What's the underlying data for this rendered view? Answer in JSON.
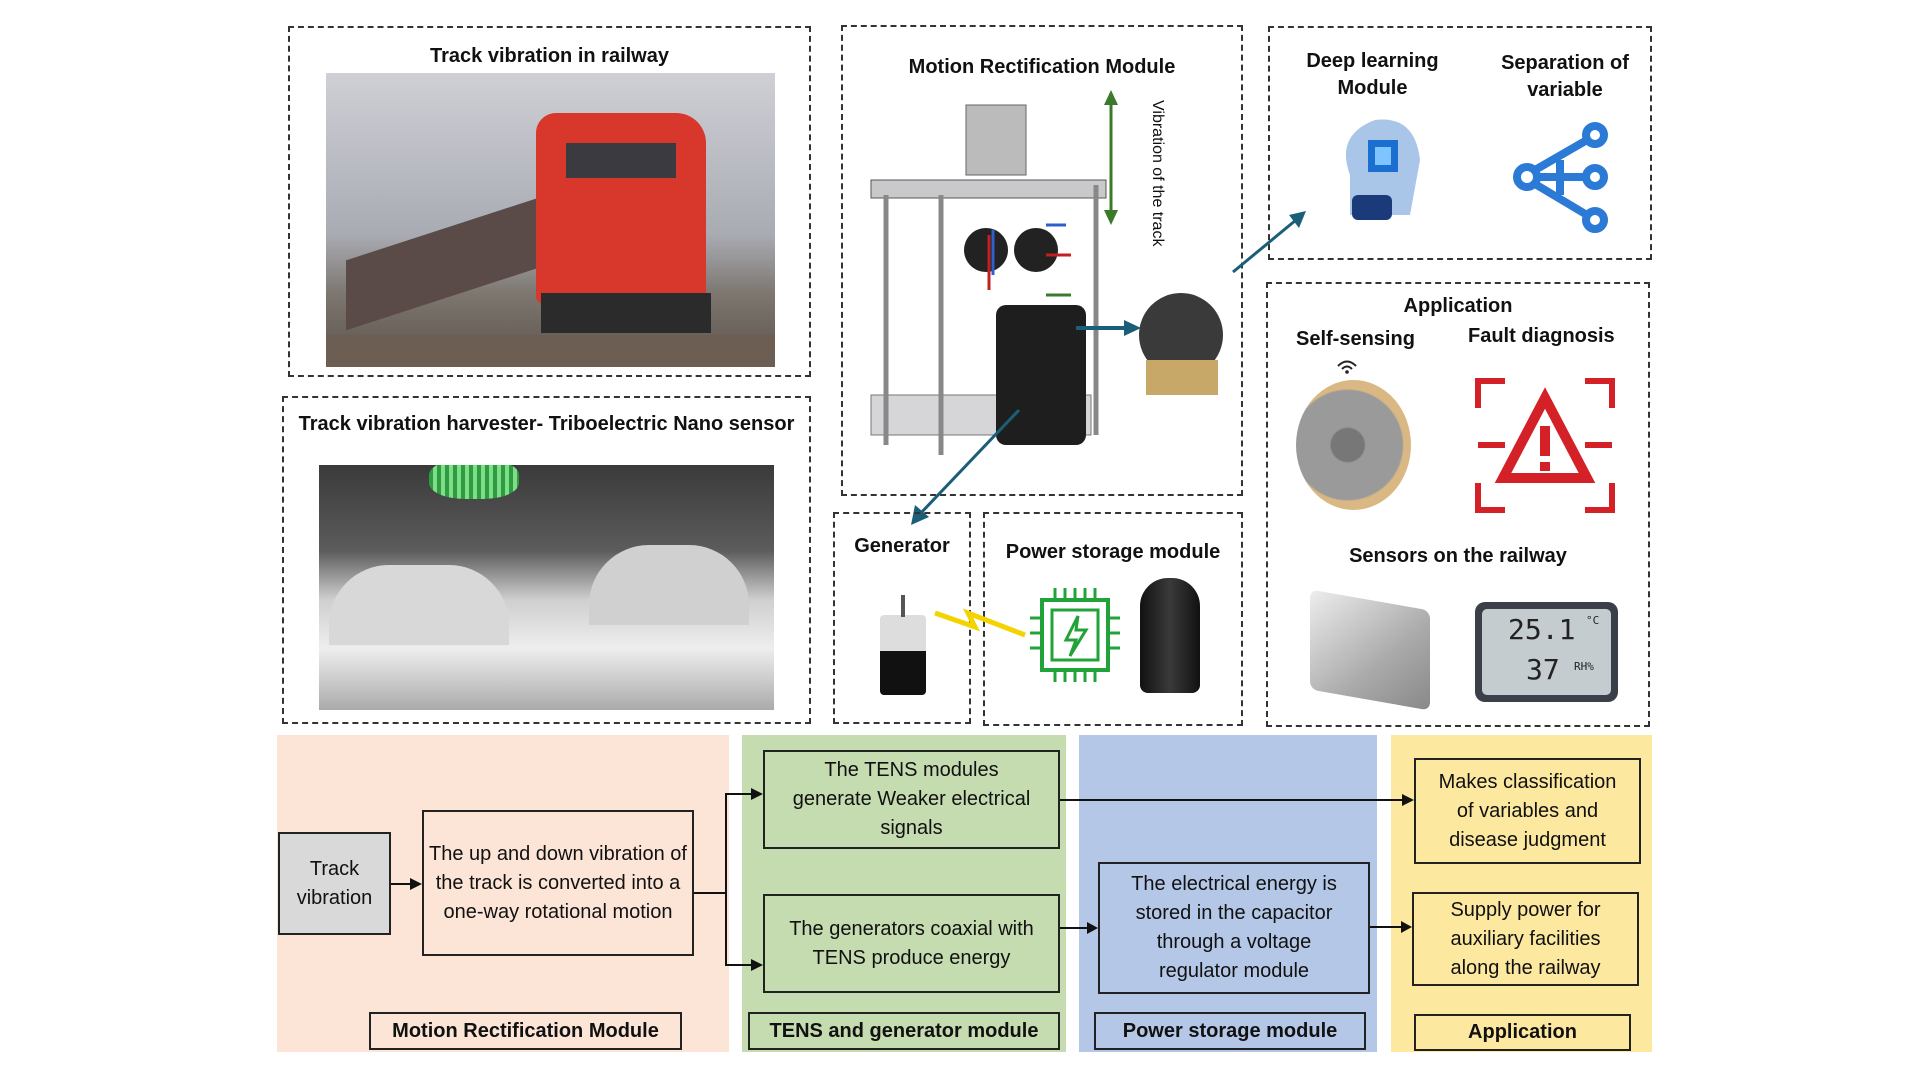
{
  "top": {
    "railway_title": "Track vibration in railway",
    "harvester_title": "Track vibration harvester- Triboelectric Nano sensor",
    "motion_title": "Motion Rectification Module",
    "vibration_label": "Vibration of the track",
    "deep_learning_title": "Deep learning Module",
    "separation_title": "Separation of variable",
    "application_title": "Application",
    "self_sensing": "Self-sensing",
    "fault_diagnosis": "Fault diagnosis",
    "sensors_title": "Sensors on the railway",
    "thermo_temp": "25.1",
    "thermo_temp_unit": "°C",
    "thermo_hum": "37",
    "thermo_hum_unit": "RH%",
    "generator_title": "Generator",
    "power_storage_title": "Power storage module"
  },
  "flow": {
    "track_vibration": "Track vibration",
    "updown": "The up and down vibration of the track is converted into a one-way rotational motion",
    "tens_signals": "The TENS modules generate Weaker electrical signals",
    "generators": "The generators coaxial with TENS produce energy",
    "energy_stored": "The electrical energy is stored in the capacitor through a voltage regulator module",
    "classification": "Makes classification of variables and disease judgment",
    "supply_power": "Supply power for auxiliary facilities along the railway",
    "labels": [
      "Motion Rectification Module",
      "TENS and generator module",
      "Power storage module",
      "Application"
    ]
  },
  "colors": {
    "peach": "#fce4d6",
    "green": "#c5dbb0",
    "blue": "#b4c7e7",
    "yellow": "#fde8a0",
    "arrow_teal": "#1b5e78",
    "fault_red": "#d42027",
    "icon_blue": "#2b7bd6"
  }
}
